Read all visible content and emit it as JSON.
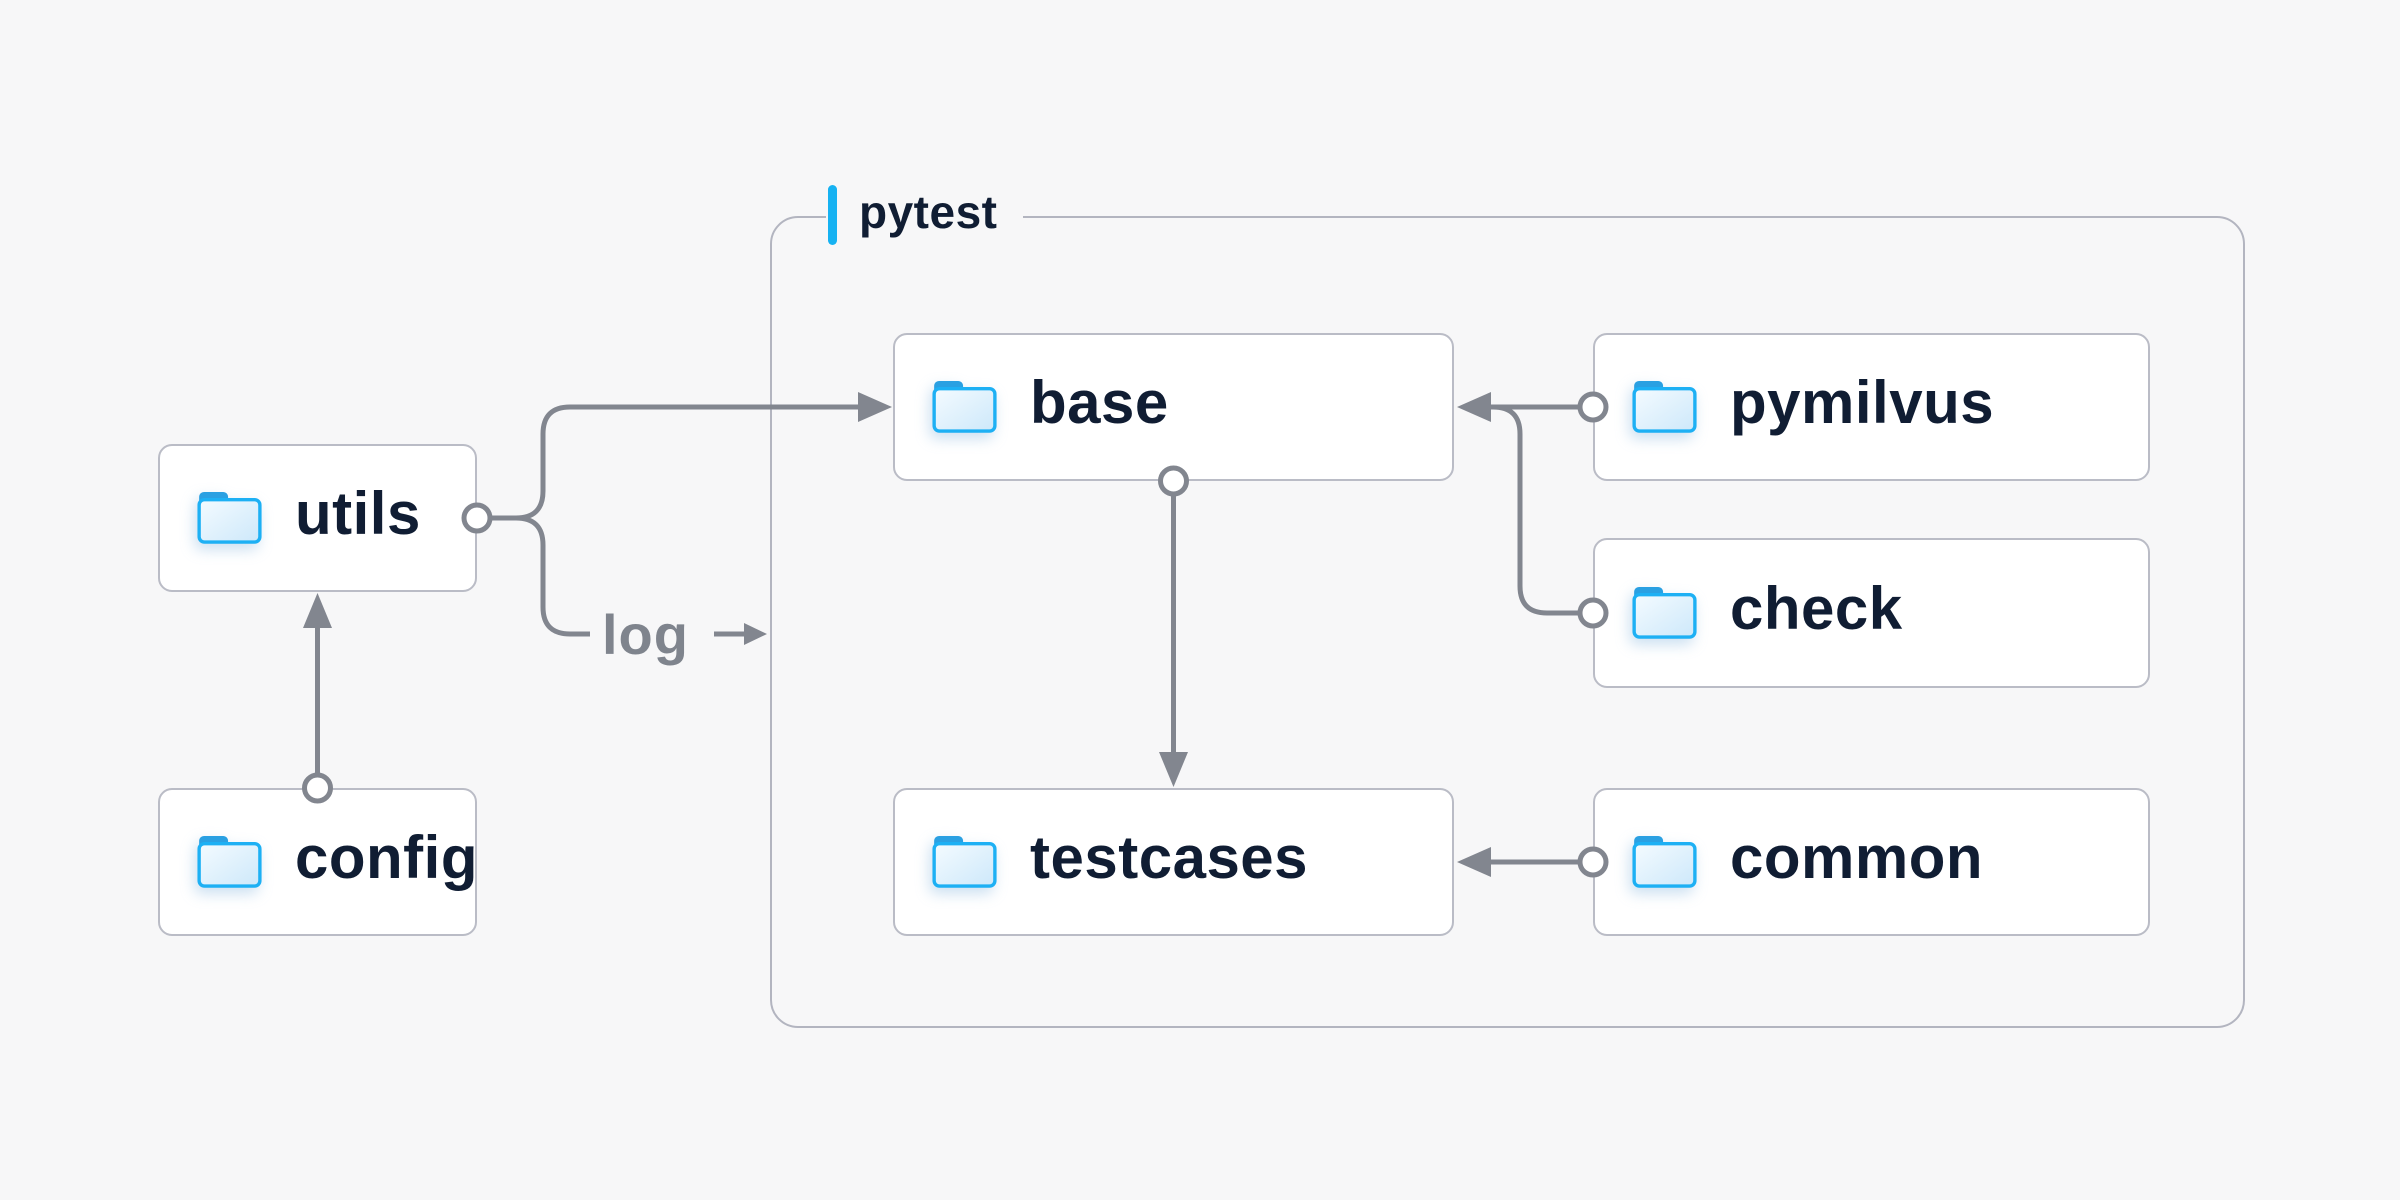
{
  "diagram": {
    "title_group": {
      "label": "pytest"
    },
    "nodes": [
      {
        "id": "utils",
        "label": "utils",
        "icon": "folder-icon",
        "inside_group": false
      },
      {
        "id": "config",
        "label": "config",
        "icon": "folder-icon",
        "inside_group": false
      },
      {
        "id": "base",
        "label": "base",
        "icon": "folder-icon",
        "inside_group": true
      },
      {
        "id": "testcases",
        "label": "testcases",
        "icon": "folder-icon",
        "inside_group": true
      },
      {
        "id": "pymilvus",
        "label": "pymilvus",
        "icon": "folder-icon",
        "inside_group": true
      },
      {
        "id": "check",
        "label": "check",
        "icon": "folder-icon",
        "inside_group": true
      },
      {
        "id": "common",
        "label": "common",
        "icon": "folder-icon",
        "inside_group": true
      }
    ],
    "edges": [
      {
        "from": "config",
        "to": "utils",
        "style": "arrow"
      },
      {
        "from": "utils",
        "to": "base",
        "style": "arrow"
      },
      {
        "from": "utils",
        "to": "log",
        "style": "plain"
      },
      {
        "from": "pymilvus",
        "to": "base",
        "style": "arrow"
      },
      {
        "from": "check",
        "to": "base",
        "style": "arrow"
      },
      {
        "from": "base",
        "to": "testcases",
        "style": "arrow"
      },
      {
        "from": "common",
        "to": "testcases",
        "style": "arrow"
      }
    ],
    "annotations": {
      "log_label": "log"
    },
    "colors": {
      "background": "#f7f7f8",
      "node_bg": "#ffffff",
      "node_border": "#babcc6",
      "container_border": "#b3b5c0",
      "line": "#82868f",
      "label_text": "#101d33",
      "muted_text": "#7f848d",
      "accent_blue": "#16b2f2",
      "folder_stroke": "#1db0f4",
      "folder_tab": "#2aa0e2",
      "folder_fill_light": "#f4fbff",
      "folder_fill_dark": "#cde8fa"
    }
  }
}
